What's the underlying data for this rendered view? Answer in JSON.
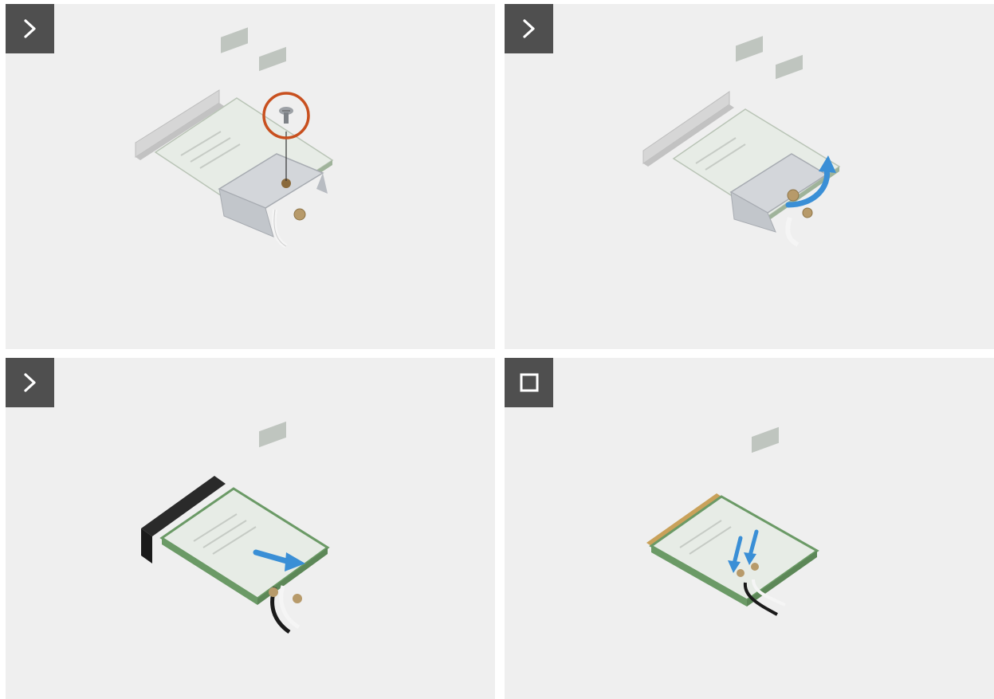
{
  "steps": [
    {
      "icon": "chevron-right-icon",
      "action": "remove-screw"
    },
    {
      "icon": "chevron-right-icon",
      "action": "lift-bracket"
    },
    {
      "icon": "chevron-right-icon",
      "action": "slide-out-card"
    },
    {
      "icon": "stop-square-icon",
      "action": "disconnect-antenna-cables"
    }
  ],
  "colors": {
    "panel_background": "#efefef",
    "button_background": "#4f4f4f",
    "button_icon": "#ffffff",
    "highlight_circle": "#c8501f",
    "arrow_blue": "#3a8fd6",
    "card_green": "#6b9a66",
    "bracket_silver": "#c9ccd1"
  }
}
